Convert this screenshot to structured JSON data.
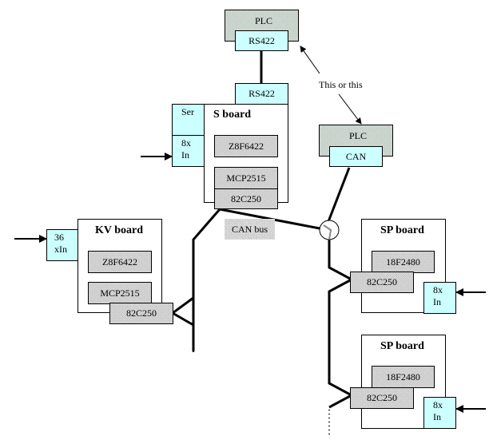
{
  "colors": {
    "interface": "#ccffff",
    "chip": "#e0e0e0",
    "line": "#000000"
  },
  "top_plc": {
    "title": "PLC",
    "port": "RS422"
  },
  "annotation": "This or this",
  "can_plc": {
    "title": "PLC",
    "port": "CAN"
  },
  "s_board": {
    "title": "S board",
    "rs422": "RS422",
    "ser": "Ser",
    "input_line1": "8x",
    "input_line2": "In",
    "mcu": "Z8F6422",
    "can_ctrl": "MCP2515",
    "transceiver": "82C250"
  },
  "bus_label": "CAN bus",
  "kv_board": {
    "title": "KV board",
    "input_line1": "36",
    "input_line2": "xIn",
    "mcu": "Z8F6422",
    "can_ctrl": "MCP2515",
    "transceiver": "82C250"
  },
  "sp_boards": [
    {
      "title": "SP board",
      "mcu": "18F2480",
      "transceiver": "82C250",
      "input_line1": "8x",
      "input_line2": "In"
    },
    {
      "title": "SP board",
      "mcu": "18F2480",
      "transceiver": "82C250",
      "input_line1": "8x",
      "input_line2": "In"
    }
  ]
}
